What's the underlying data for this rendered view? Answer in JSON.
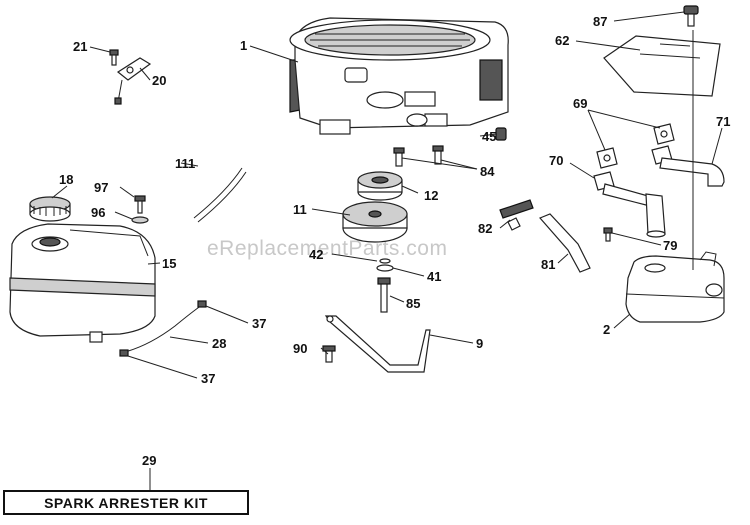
{
  "watermark": "eReplacementParts.com",
  "kit_label": "SPARK ARRESTER KIT",
  "callouts": {
    "c1": "1",
    "c2": "2",
    "c9": "9",
    "c11": "11",
    "c12": "12",
    "c15": "15",
    "c18": "18",
    "c20": "20",
    "c21": "21",
    "c28": "28",
    "c29": "29",
    "c37a": "37",
    "c37b": "37",
    "c41": "41",
    "c42": "42",
    "c45": "45",
    "c62": "62",
    "c69": "69",
    "c70": "70",
    "c71": "71",
    "c79": "79",
    "c81": "81",
    "c82": "82",
    "c84": "84",
    "c85": "85",
    "c87": "87",
    "c90": "90",
    "c96": "96",
    "c97": "97",
    "c111": "111"
  }
}
